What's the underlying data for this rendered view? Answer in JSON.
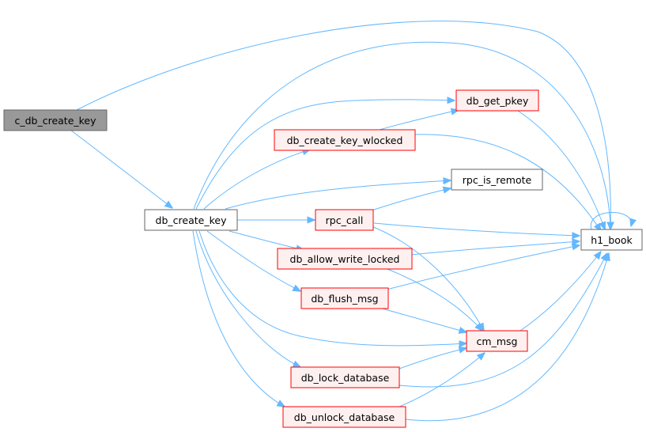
{
  "graph": {
    "colors": {
      "edge": "#63b8ff",
      "root_fill": "#999999",
      "root_border": "#666666",
      "red_border": "#ff0000",
      "red_fill": "#fff0f0",
      "plain_border": "#666666",
      "plain_fill": "#ffffff"
    },
    "nodes": {
      "c_db_create_key": "c_db_create_key",
      "db_create_key": "db_create_key",
      "db_get_pkey": "db_get_pkey",
      "db_create_key_wlocked": "db_create_key_wlocked",
      "rpc_is_remote": "rpc_is_remote",
      "rpc_call": "rpc_call",
      "db_allow_write_locked": "db_allow_write_locked",
      "db_flush_msg": "db_flush_msg",
      "cm_msg": "cm_msg",
      "db_lock_database": "db_lock_database",
      "db_unlock_database": "db_unlock_database",
      "h1_book": "h1_book"
    }
  }
}
